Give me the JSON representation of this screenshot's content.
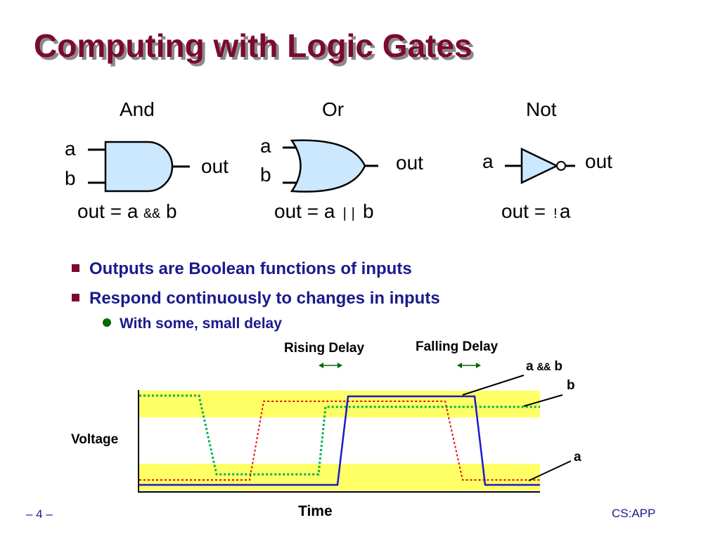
{
  "title": "Computing with Logic Gates",
  "gates": {
    "and": {
      "name": "And",
      "in_a": "a",
      "in_b": "b",
      "out": "out",
      "expr_lhs": "out = a",
      "expr_op": "&&",
      "expr_rhs": "b"
    },
    "or": {
      "name": "Or",
      "in_a": "a",
      "in_b": "b",
      "out": "out",
      "expr_lhs": "out = a",
      "expr_op": "||",
      "expr_rhs": "b"
    },
    "not": {
      "name": "Not",
      "in_a": "a",
      "out": "out",
      "expr_lhs": "out =",
      "expr_op": "!",
      "expr_rhs": "a"
    }
  },
  "bullets": [
    "Outputs are Boolean functions of inputs",
    "Respond continuously to changes in inputs"
  ],
  "sub_bullets": [
    "With some, small delay"
  ],
  "timing": {
    "rising_delay": "Rising Delay",
    "falling_delay": "Falling Delay",
    "signal_ab_lhs": "a",
    "signal_ab_op": "&&",
    "signal_ab_rhs": "b",
    "signal_b": "b",
    "signal_a": "a",
    "ylabel": "Voltage",
    "xlabel": "Time",
    "colors": {
      "a_and_b": "#1a1acc",
      "b": "#00b050",
      "a": "#e01010",
      "band": "#ffff66"
    }
  },
  "footer": {
    "page": "– 4 –",
    "course": "CS:APP"
  }
}
